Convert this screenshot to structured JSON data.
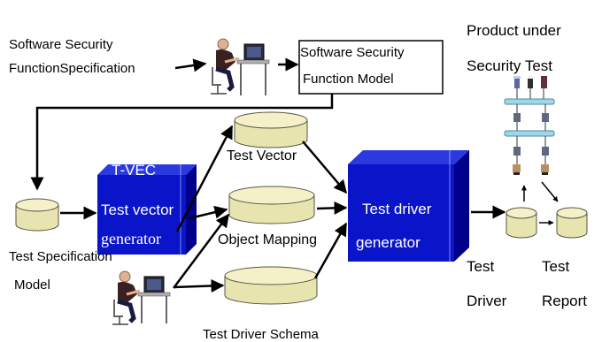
{
  "labels": {
    "sw_spec_line1": "Software Security",
    "sw_spec_line2": "FunctionSpecification",
    "model_line1": "Software Security",
    "model_line2": "Function Model",
    "product_line1": "Product under",
    "product_line2": "Security Test",
    "test_vector": "Test Vector",
    "object_mapping": "Object Mapping",
    "test_driver_schema": "Test Driver Schema",
    "test_spec_line1": "Test Specification",
    "test_spec_line2": "Model",
    "tvec_line1": "T-VEC",
    "tvec_line2": "Test vector",
    "tvec_line3": "generator",
    "driver_gen_line1": "Test driver",
    "driver_gen_line2": "generator",
    "driver_label_line1": "Test",
    "driver_label_line2": "Driver",
    "report_label_line1": "Test",
    "report_label_line2": "Report"
  },
  "colors": {
    "cube_front": "#0a14c8",
    "cube_side": "#00008a",
    "cube_top": "#2a3ae0",
    "cylinder_fill": "#e8e4b0",
    "cylinder_top": "#f4f0c8",
    "cylinder_stroke": "#555544",
    "network_bus": "#9ed8e8"
  },
  "icons": [
    "person-at-computer-icon",
    "network-devices-icon",
    "database-cylinder-icon"
  ]
}
